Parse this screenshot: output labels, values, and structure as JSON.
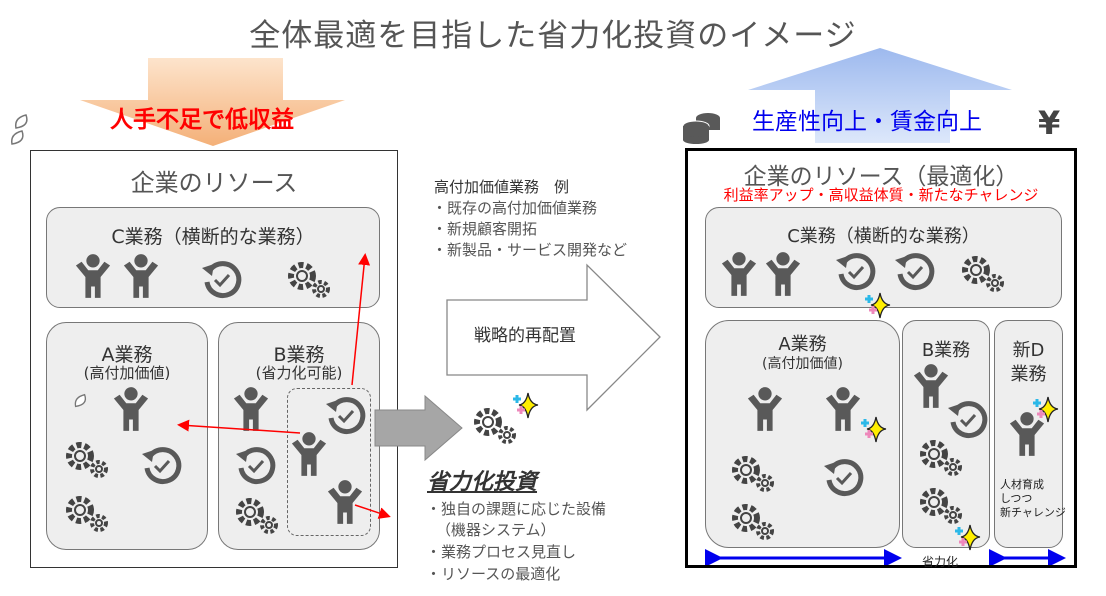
{
  "title": "全体最適を目指した省力化投資のイメージ",
  "left_arrow_label": "人手不足で低収益",
  "right_arrow_label": "生産性向上・賃金向上",
  "yen": "¥",
  "left_panel": {
    "title": "企業のリソース",
    "c_label": "C業務（横断的な業務）",
    "a_label": "A業務",
    "a_sub": "(高付加価値)",
    "b_label": "B業務",
    "b_sub": "(省力化可能)"
  },
  "middle": {
    "examples_title": "高付加価値業務　例",
    "examples": [
      "・既存の高付加価値業務",
      "・新規顧客開拓",
      "・新製品・サービス開発など"
    ],
    "arrow_label": "戦略的再配置",
    "investment_title": "省力化投資",
    "investment_items": [
      "・独自の課題に応じた設備",
      "（機器システム）",
      "・業務プロセス見直し",
      "・リソースの最適化"
    ]
  },
  "right_panel": {
    "title": "企業のリソース（最適化）",
    "subtitle": "利益率アップ・高収益体質・新たなチャレンジ",
    "c_label": "C業務（横断的な業務）",
    "a_label": "A業務",
    "a_sub": "(高付加価値)",
    "b_label": "B業務",
    "d_label": "新D",
    "d_label2": "業務",
    "d_note": [
      "人材育成",
      "しつつ",
      "新チャレンジ"
    ],
    "saving_label": "省力化"
  },
  "colors": {
    "red": "#ff0000",
    "blue": "#0000ee",
    "icon": "#595959",
    "box": "#eeeeee"
  }
}
